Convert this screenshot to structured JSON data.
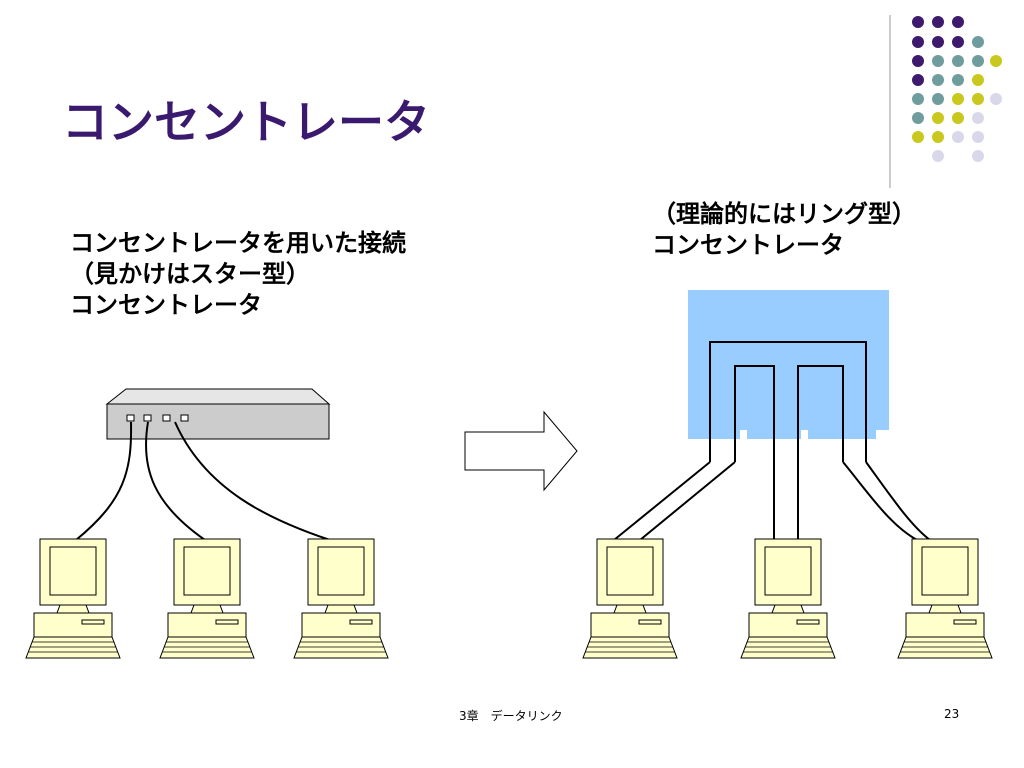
{
  "title": "コンセントレータ",
  "left_caption": {
    "line1": "コンセントレータを用いた接続",
    "line2": "（見かけはスター型）",
    "line3": "コンセントレータ"
  },
  "right_caption": {
    "line1": "（理論的にはリング型）",
    "line2": "コンセントレータ"
  },
  "footer": {
    "chapter": "3章　データリンク",
    "page": "23"
  },
  "colors": {
    "title": "#3a1a6e",
    "dot_purple": "#3d1a6e",
    "dot_teal": "#6f9c9c",
    "dot_yellow": "#c8c81e",
    "dot_lavender": "#d8d8ea",
    "hub_box": "#cccccc",
    "ring_box": "#99ccff",
    "computer": "#ffffcc"
  }
}
